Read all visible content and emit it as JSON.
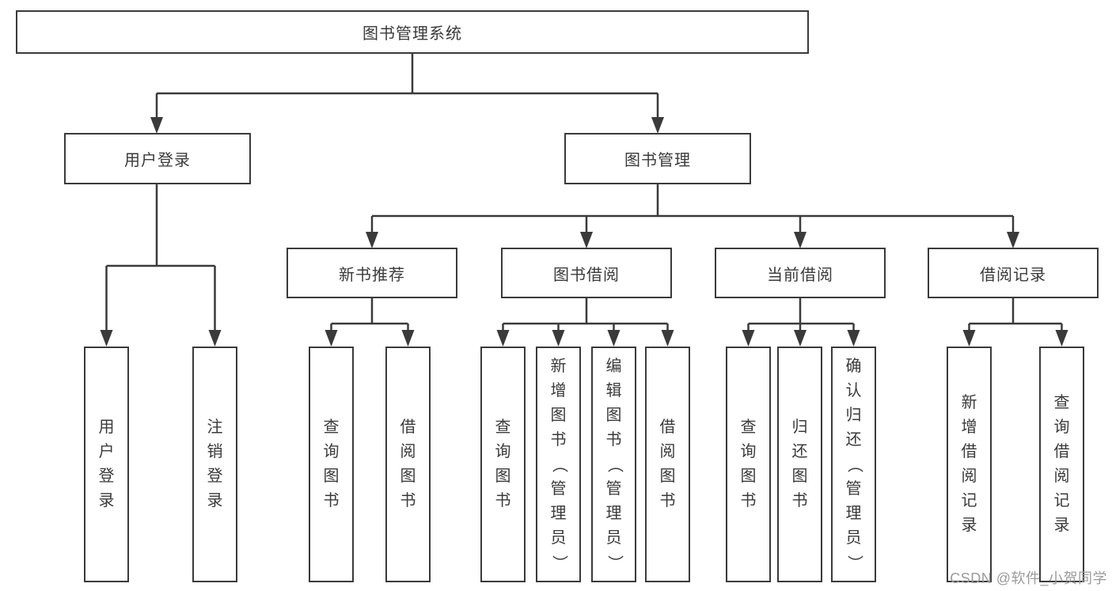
{
  "diagram": {
    "type": "hierarchy-tree",
    "colors": {
      "line": "#3a3a3a",
      "text": "#3a3a3a",
      "box_fill": "#ffffff",
      "background": "#ffffff",
      "watermark": "#9b9b9b"
    }
  },
  "nodes": {
    "root": {
      "label": "图书管理系统"
    },
    "user_login": {
      "label": "用户登录"
    },
    "book_mgmt": {
      "label": "图书管理"
    },
    "new_book_rec": {
      "label": "新书推荐"
    },
    "book_borrow": {
      "label": "图书借阅"
    },
    "current_borrow": {
      "label": "当前借阅"
    },
    "borrow_records": {
      "label": "借阅记录"
    },
    "leaf_login": {
      "label": "用户登录"
    },
    "leaf_logout": {
      "label": "注销登录"
    },
    "rec_query_book": {
      "label": "查询图书"
    },
    "rec_borrow_book": {
      "label": "借阅图书"
    },
    "bb_query_book": {
      "label": "查询图书"
    },
    "bb_add_book": {
      "label": "新增图书（管理员）"
    },
    "bb_edit_book": {
      "label": "编辑图书（管理员）"
    },
    "bb_borrow_book": {
      "label": "借阅图书"
    },
    "cb_query_book": {
      "label": "查询图书"
    },
    "cb_return_book": {
      "label": "归还图书"
    },
    "cb_confirm_return": {
      "label": "确认归还（管理员）"
    },
    "br_add_record": {
      "label": "新增借阅记录"
    },
    "br_query_record": {
      "label": "查询借阅记录"
    }
  },
  "structure": {
    "label": "图书管理系统",
    "children": [
      {
        "label": "用户登录",
        "children": [
          {
            "label": "用户登录"
          },
          {
            "label": "注销登录"
          }
        ]
      },
      {
        "label": "图书管理",
        "children": [
          {
            "label": "新书推荐",
            "children": [
              {
                "label": "查询图书"
              },
              {
                "label": "借阅图书"
              }
            ]
          },
          {
            "label": "图书借阅",
            "children": [
              {
                "label": "查询图书"
              },
              {
                "label": "新增图书（管理员）"
              },
              {
                "label": "编辑图书（管理员）"
              },
              {
                "label": "借阅图书"
              }
            ]
          },
          {
            "label": "当前借阅",
            "children": [
              {
                "label": "查询图书"
              },
              {
                "label": "归还图书"
              },
              {
                "label": "确认归还（管理员）"
              }
            ]
          },
          {
            "label": "借阅记录",
            "children": [
              {
                "label": "新增借阅记录"
              },
              {
                "label": "查询借阅记录"
              }
            ]
          }
        ]
      }
    ]
  },
  "watermark": {
    "text": "CSDN @软件_小贺同学"
  }
}
